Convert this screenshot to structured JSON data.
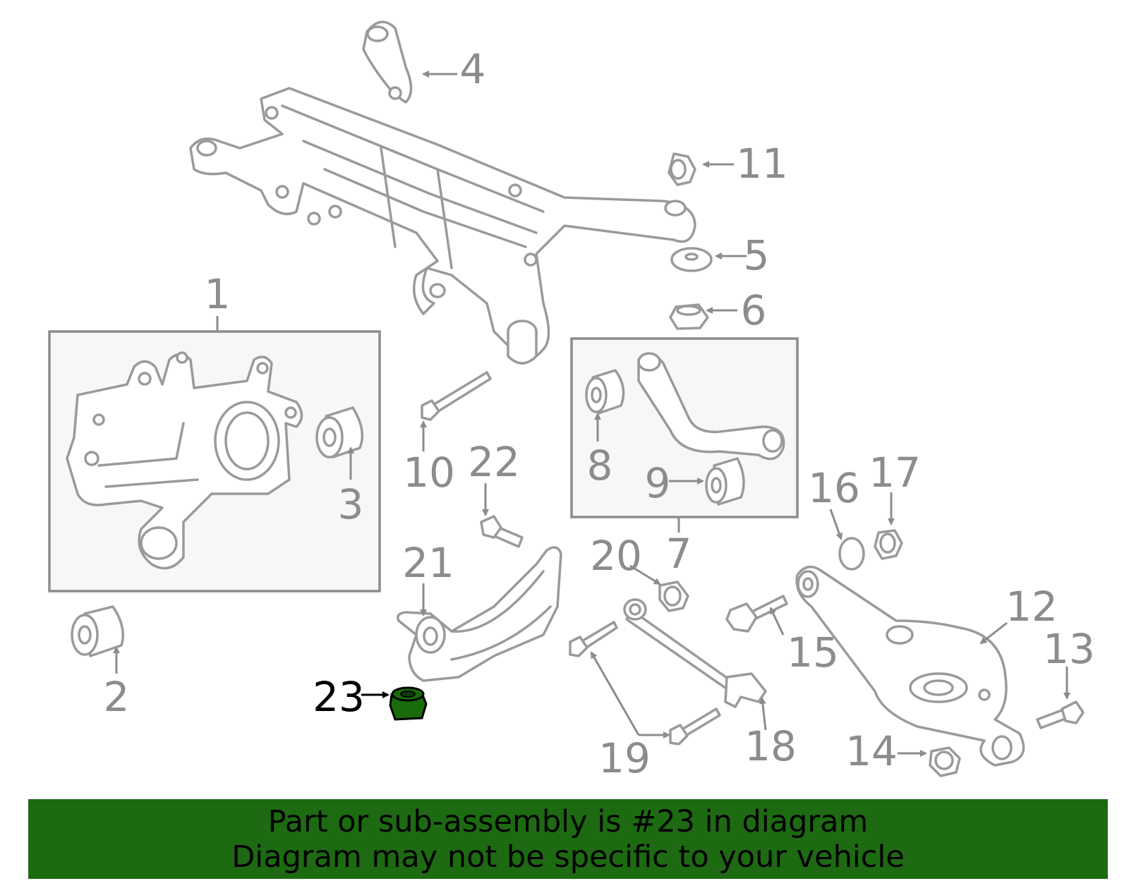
{
  "callouts": {
    "c1": "1",
    "c2": "2",
    "c3": "3",
    "c4": "4",
    "c5": "5",
    "c6": "6",
    "c7": "7",
    "c8": "8",
    "c9": "9",
    "c10": "10",
    "c11": "11",
    "c12": "12",
    "c13": "13",
    "c14": "14",
    "c15": "15",
    "c16": "16",
    "c17": "17",
    "c18": "18",
    "c19": "19",
    "c20": "20",
    "c21": "21",
    "c22": "22",
    "c23": "23"
  },
  "highlighted_part": "23",
  "colors": {
    "banner": "#1d6a12",
    "highlight": "#1a6b0a",
    "line": "#9a9a9a",
    "text": "#8c8c8c"
  },
  "banner": {
    "line1": "Part or sub-assembly is #23 in diagram",
    "line2": "Diagram may not be specific to your vehicle"
  }
}
